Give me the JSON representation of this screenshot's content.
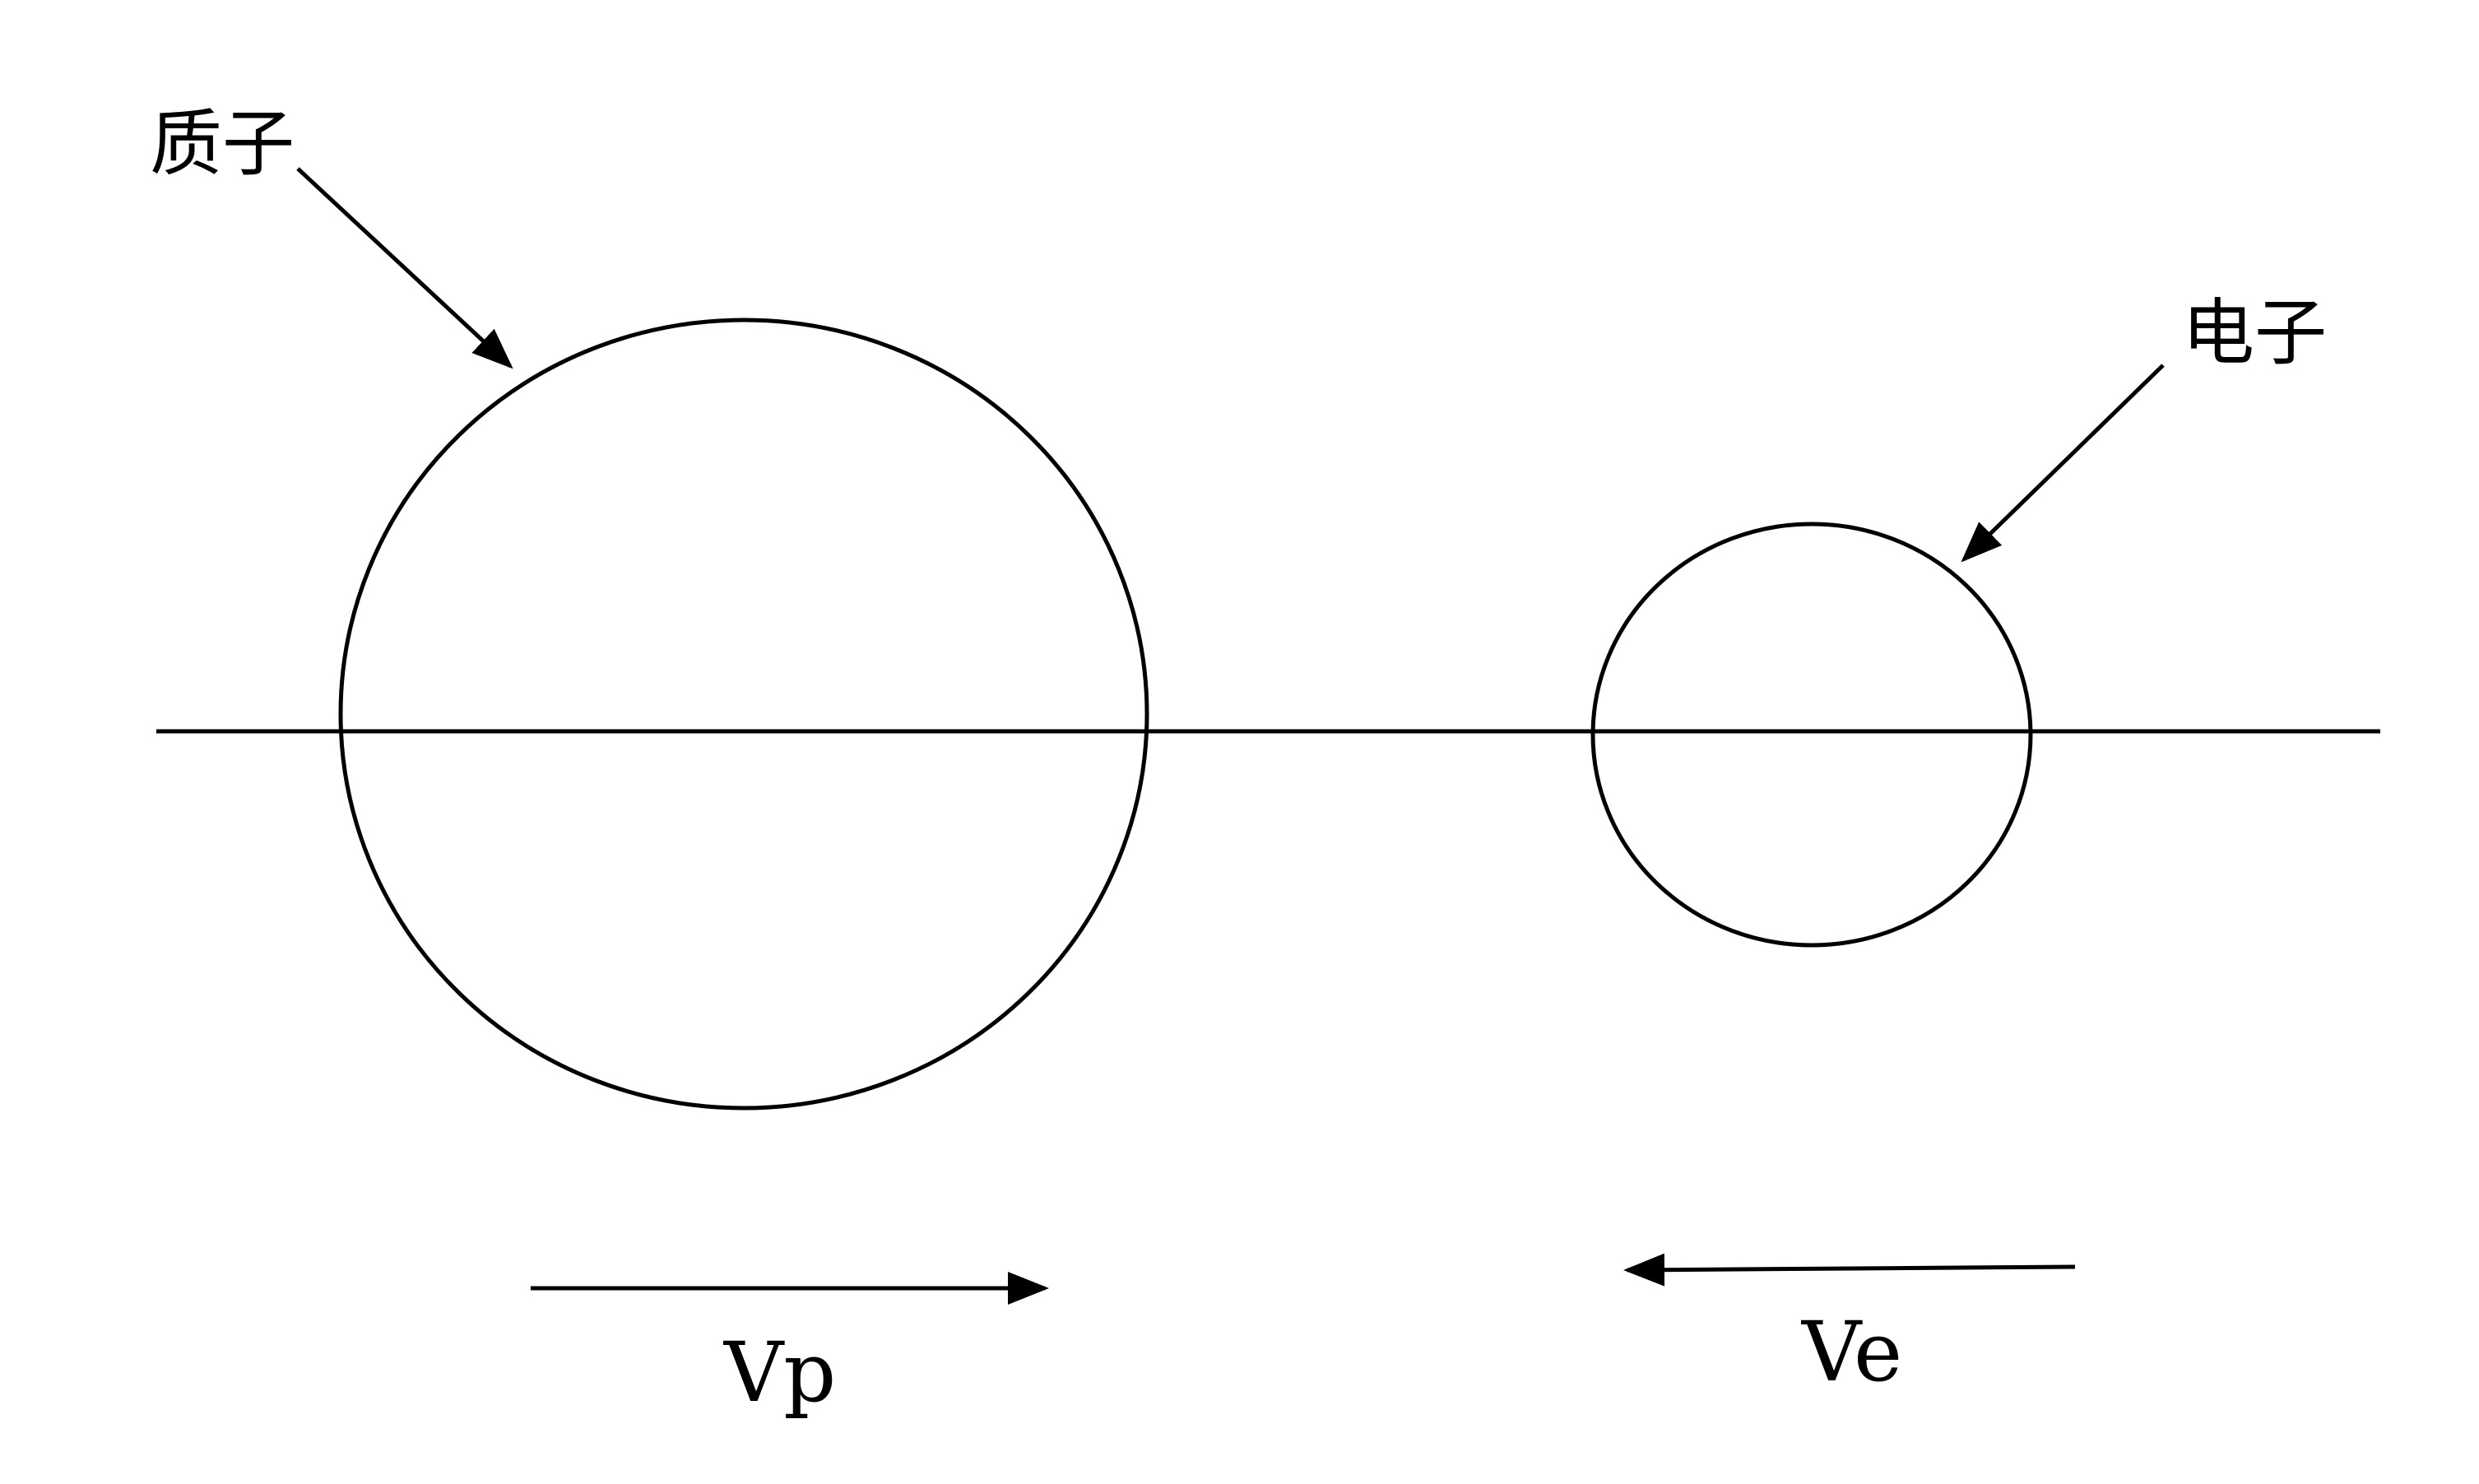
{
  "labels": {
    "proton": "质子",
    "electron": "电子",
    "proton_velocity": "Vp",
    "electron_velocity": "Ve"
  },
  "colors": {
    "stroke": "#000000",
    "background": "#ffffff"
  }
}
